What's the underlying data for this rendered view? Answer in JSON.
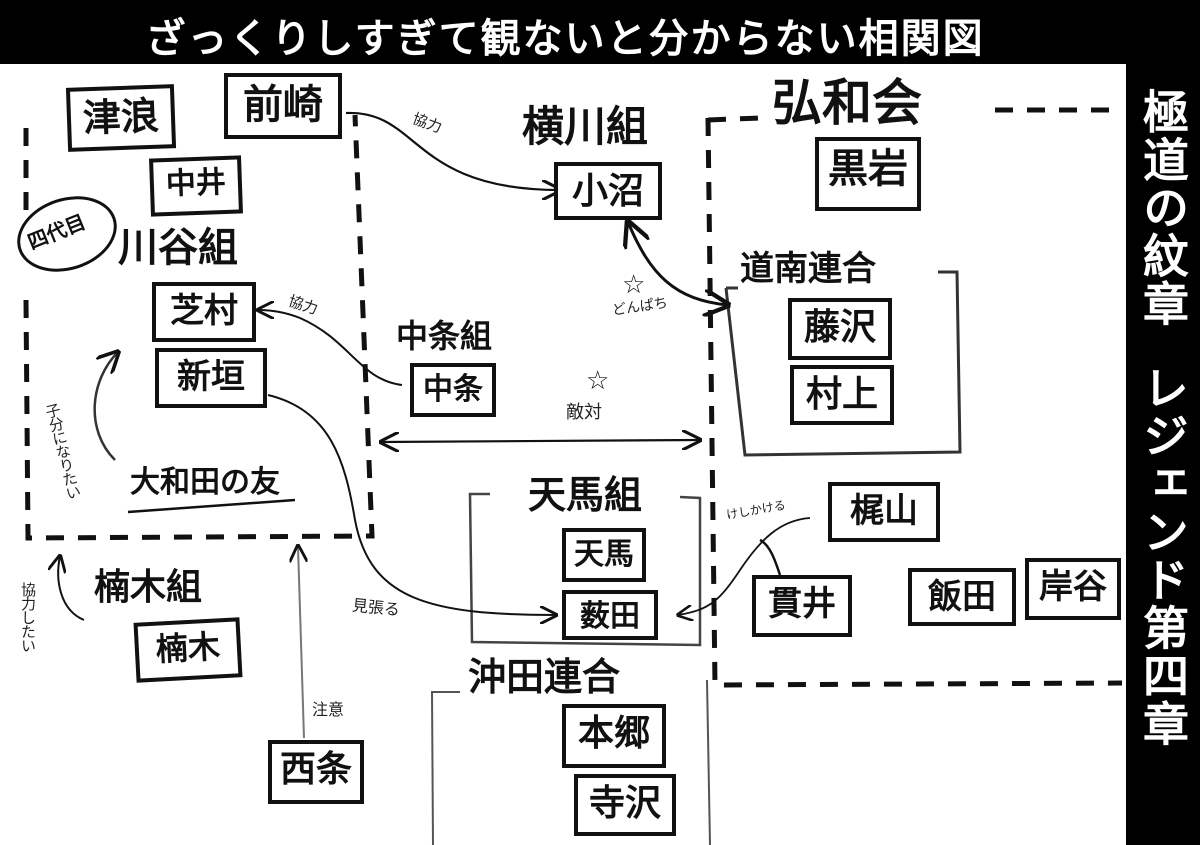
{
  "title": "ざっくりしすぎて観ないと分からない相関図",
  "side_title": {
    "part1": "極道の紋章",
    "part2": "レジェンド第四章"
  },
  "groups": {
    "kawatani": {
      "label": "川谷組",
      "bubble": "四代目"
    },
    "yokokawa": {
      "label": "横川組"
    },
    "kouwakai": {
      "label": "弘和会"
    },
    "dounan": {
      "label": "道南連合"
    },
    "nakajou": {
      "label": "中条組"
    },
    "tenma": {
      "label": "天馬組"
    },
    "kusunoki": {
      "label": "楠木組"
    },
    "okita": {
      "label": "沖田連合"
    }
  },
  "people": {
    "tsunami": "津浪",
    "maezaki": "前崎",
    "nakai": "中井",
    "shibamura": "芝村",
    "niigaki": "新垣",
    "owada_friend": "大和田の友",
    "konuma": "小沼",
    "kuroiwa": "黒岩",
    "fujisawa": "藤沢",
    "murakami": "村上",
    "nakajou": "中条",
    "tenma": "天馬",
    "yabuta": "薮田",
    "kusunoki": "楠木",
    "saijou": "西条",
    "hongou": "本郷",
    "terasawa": "寺沢",
    "kajiyama": "梶山",
    "nukui": "貫井",
    "iida": "飯田",
    "kishitani": "岸谷"
  },
  "relations": {
    "maezaki_konuma": "協力",
    "nakajou_shibamura": "協力",
    "konuma_dounan": "どんぱち",
    "nakajou_tenma": "敵対",
    "owada_niigaki": "子分になりたい",
    "kusunoki_kawatani": "協力したい",
    "saijou_kawatani": "注意",
    "niigaki_yabuta": "見張る",
    "kajiyama_yabuta": "けしかける"
  },
  "icons": {
    "star": "☆"
  }
}
